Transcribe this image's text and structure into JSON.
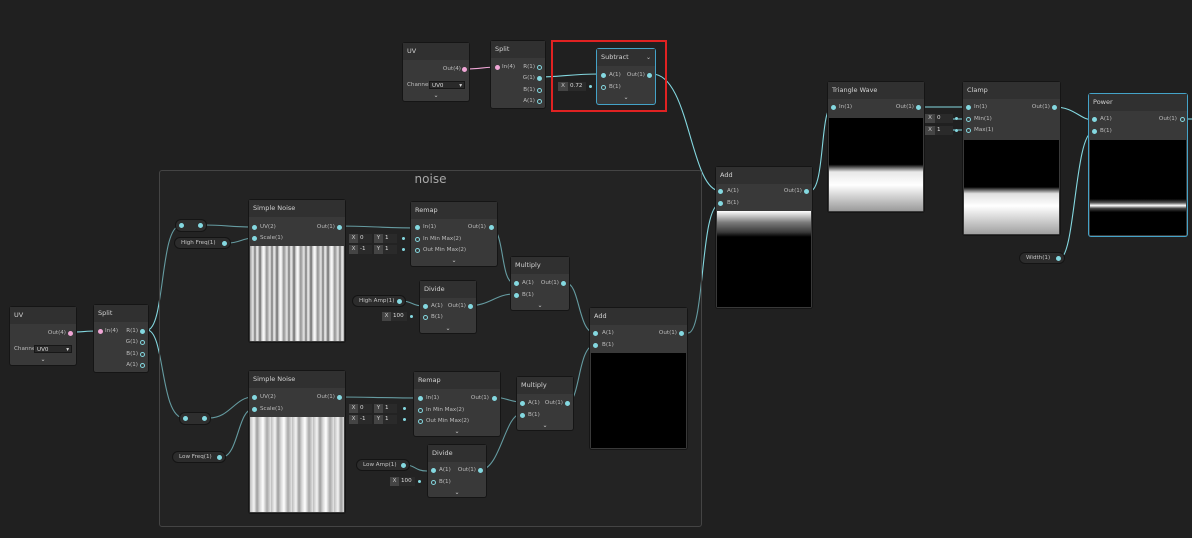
{
  "group": {
    "title": "noise"
  },
  "nodes": {
    "uv_top": {
      "title": "UV",
      "out": "Out(4)",
      "channel_label": "Channel",
      "channel_value": "UV0"
    },
    "split_top": {
      "title": "Split",
      "in": "In(4)",
      "r": "R(1)",
      "g": "G(1)",
      "b": "B(1)",
      "a": "A(1)"
    },
    "subtract": {
      "title": "Subtract",
      "a": "A(1)",
      "b": "B(1)",
      "out": "Out(1)",
      "x_label": "X",
      "x_value": "0.72"
    },
    "add_right": {
      "title": "Add",
      "a": "A(1)",
      "b": "B(1)",
      "out": "Out(1)"
    },
    "triangle": {
      "title": "Triangle Wave",
      "in": "In(1)",
      "out": "Out(1)"
    },
    "clamp": {
      "title": "Clamp",
      "in": "In(1)",
      "min": "Min(1)",
      "max": "Max(1)",
      "out": "Out(1)",
      "min_label": "X",
      "min_value": "0",
      "max_label": "X",
      "max_value": "1"
    },
    "power": {
      "title": "Power",
      "a": "A(1)",
      "b": "B(1)",
      "out": "Out(1)"
    },
    "uv_left": {
      "title": "UV",
      "out": "Out(4)",
      "channel_label": "Channel",
      "channel_value": "UV0"
    },
    "split_left": {
      "title": "Split",
      "in": "In(4)",
      "r": "R(1)",
      "g": "G(1)",
      "b": "B(1)",
      "a": "A(1)"
    },
    "noise1": {
      "title": "Simple Noise",
      "uv": "UV(2)",
      "scale": "Scale(1)",
      "out": "Out(1)"
    },
    "remap1": {
      "title": "Remap",
      "in": "In(1)",
      "inminmax": "In Min Max(2)",
      "outminmax": "Out Min Max(2)",
      "out": "Out(1)",
      "r1x": "X",
      "r1xv": "0",
      "r1y": "Y",
      "r1yv": "1",
      "r2x": "X",
      "r2xv": "-1",
      "r2y": "Y",
      "r2yv": "1"
    },
    "divide1": {
      "title": "Divide",
      "a": "A(1)",
      "b": "B(1)",
      "out": "Out(1)",
      "x_label": "X",
      "x_value": "100"
    },
    "multiply1": {
      "title": "Multiply",
      "a": "A(1)",
      "b": "B(1)",
      "out": "Out(1)"
    },
    "add_mid": {
      "title": "Add",
      "a": "A(1)",
      "b": "B(1)",
      "out": "Out(1)"
    },
    "noise2": {
      "title": "Simple Noise",
      "uv": "UV(2)",
      "scale": "Scale(1)",
      "out": "Out(1)"
    },
    "remap2": {
      "title": "Remap",
      "in": "In(1)",
      "inminmax": "In Min Max(2)",
      "outminmax": "Out Min Max(2)",
      "out": "Out(1)",
      "r1x": "X",
      "r1xv": "0",
      "r1y": "Y",
      "r1yv": "1",
      "r2x": "X",
      "r2xv": "-1",
      "r2y": "Y",
      "r2yv": "1"
    },
    "divide2": {
      "title": "Divide",
      "a": "A(1)",
      "b": "B(1)",
      "out": "Out(1)",
      "x_label": "X",
      "x_value": "100"
    },
    "multiply2": {
      "title": "Multiply",
      "a": "A(1)",
      "b": "B(1)",
      "out": "Out(1)"
    }
  },
  "properties": {
    "high_freq": "High Freq(1)",
    "high_amp": "High Amp(1)",
    "low_freq": "Low Freq(1)",
    "low_amp": "Low Amp(1)",
    "width": "Width(1)"
  },
  "icons": {
    "expand": "chevron-down-icon",
    "dropdown": "dropdown-arrow-icon"
  },
  "colors": {
    "canvas": "#202020",
    "node": "#393939",
    "header": "#303030",
    "wire": "#84d8e0",
    "uv_wire": "#f0a6d6",
    "selection": "#44a3c8",
    "highlight": "#e02222"
  }
}
